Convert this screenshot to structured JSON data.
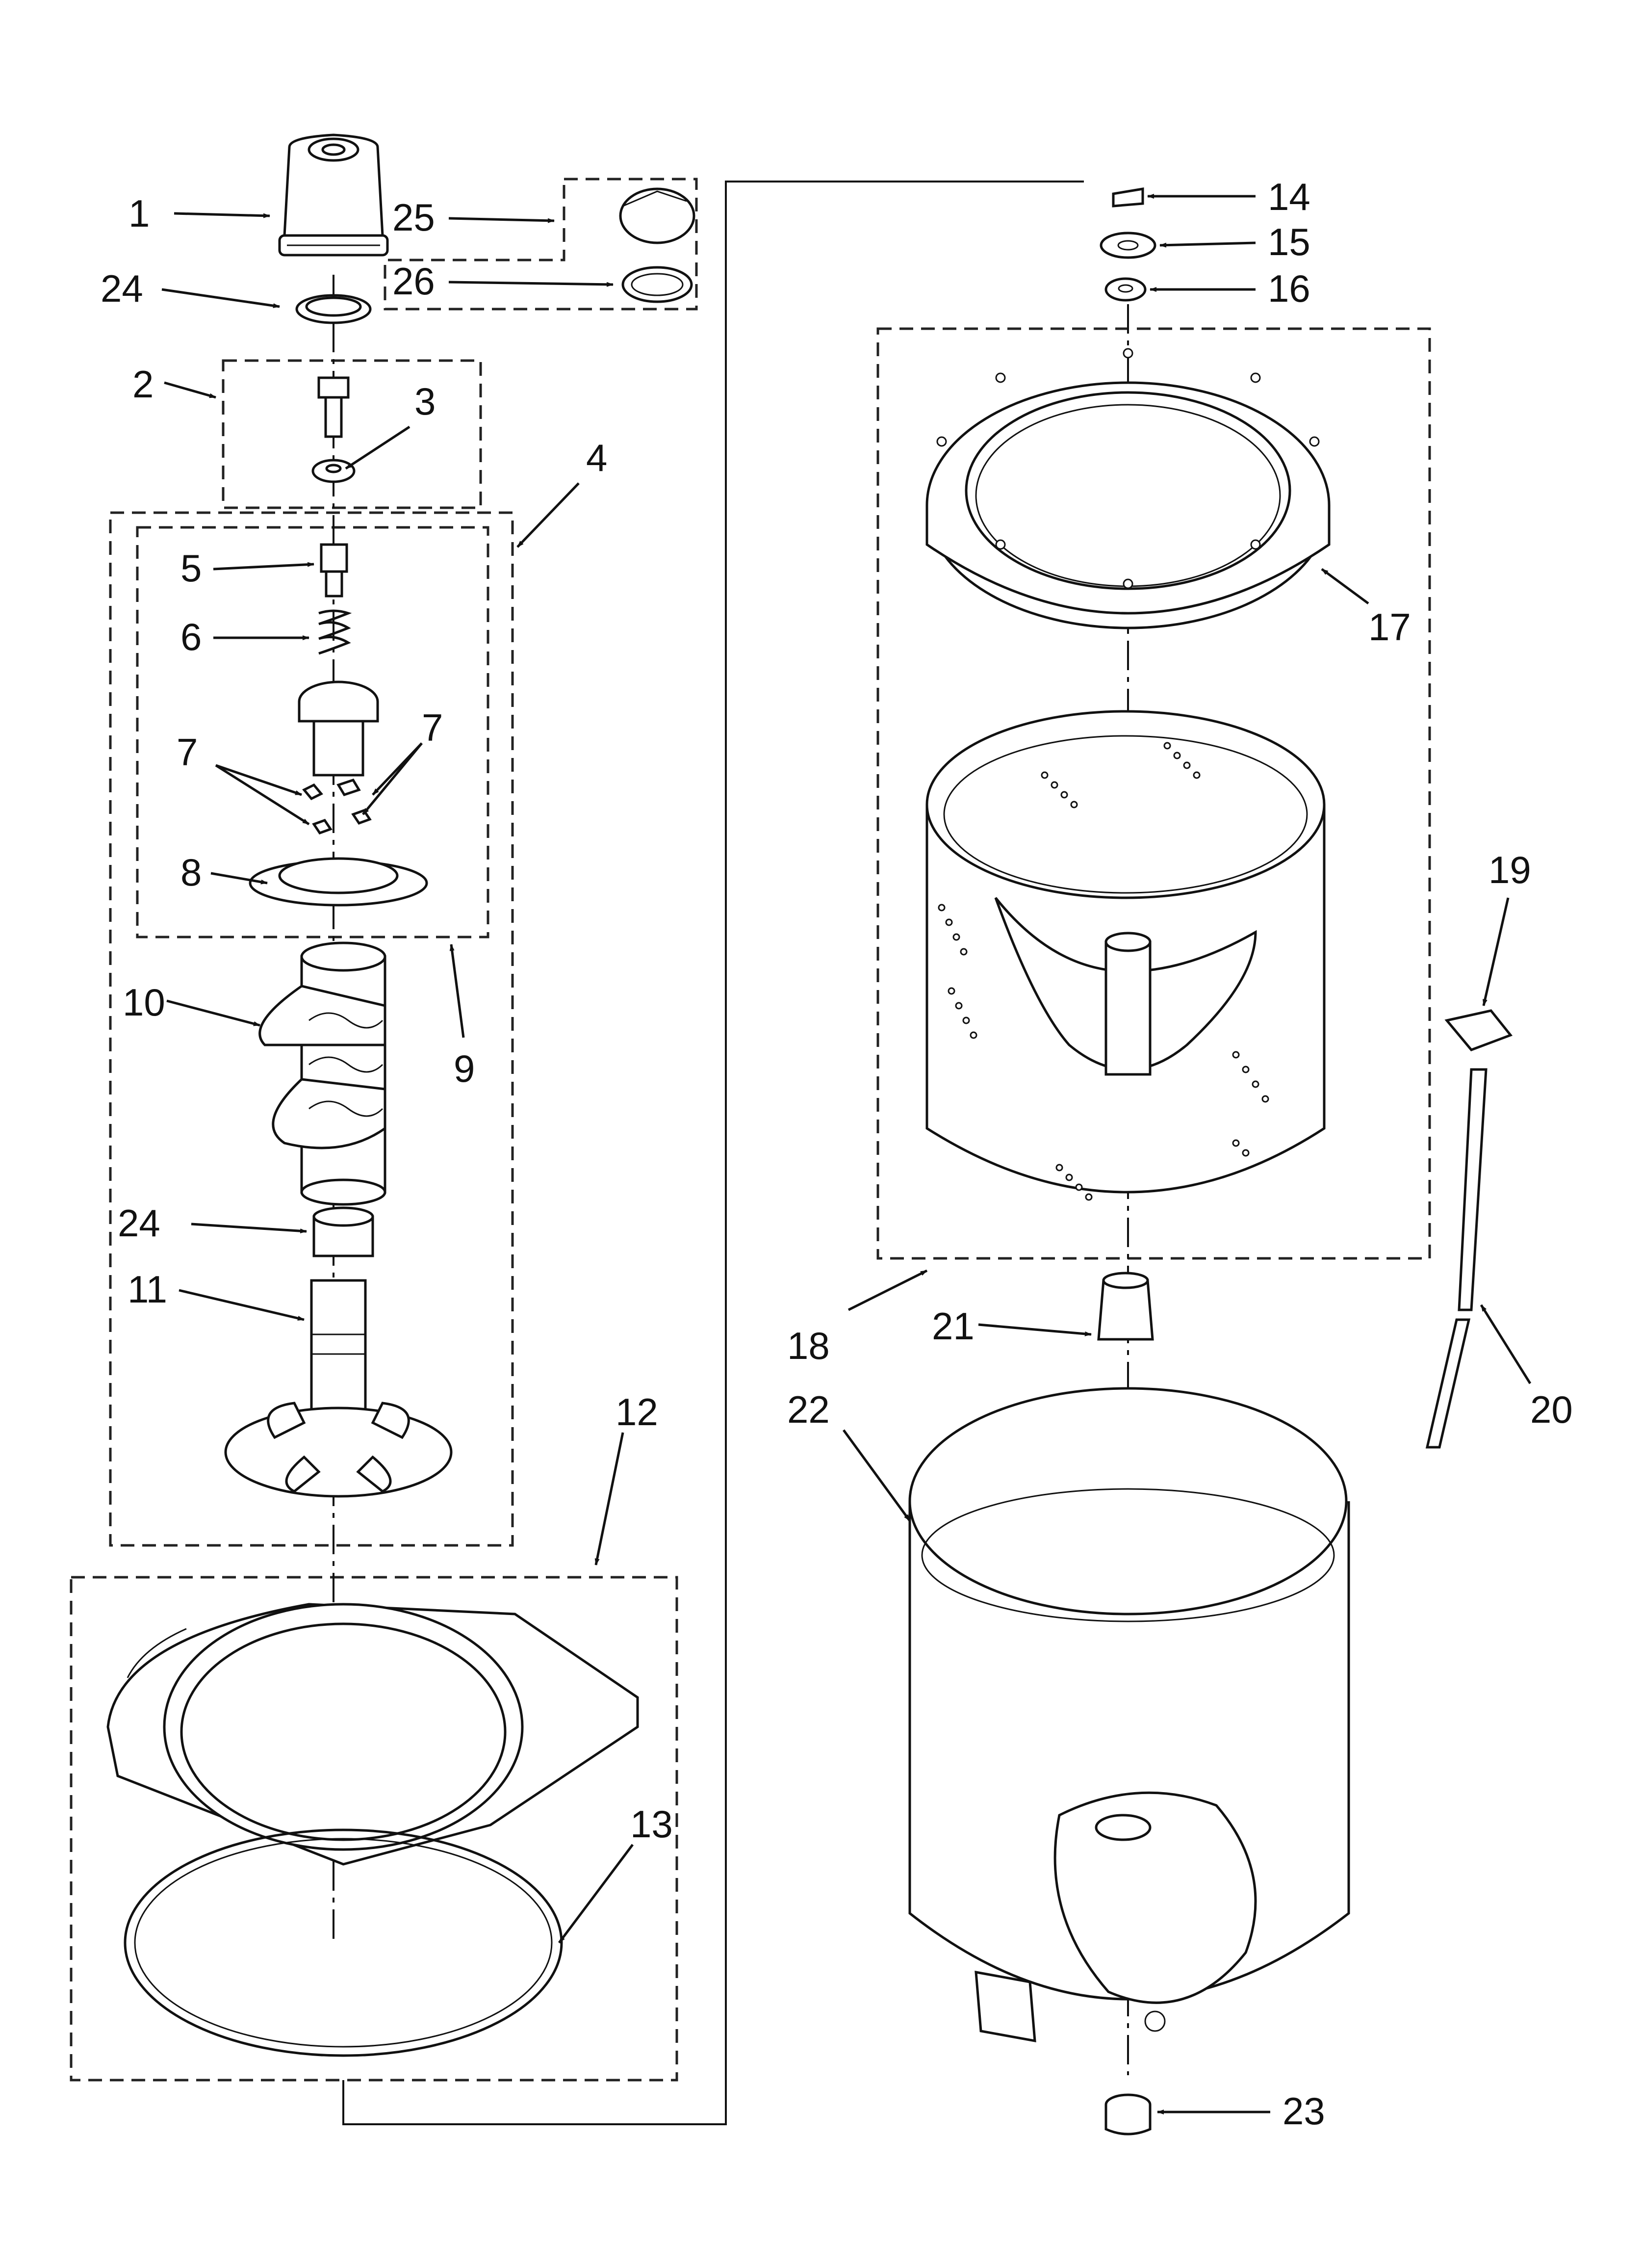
{
  "callouts": {
    "c1": "1",
    "c2": "2",
    "c3": "3",
    "c4": "4",
    "c5": "5",
    "c6": "6",
    "c7a": "7",
    "c7b": "7",
    "c8": "8",
    "c9": "9",
    "c10": "10",
    "c11": "11",
    "c12": "12",
    "c13": "13",
    "c14": "14",
    "c15": "15",
    "c16": "16",
    "c17": "17",
    "c18": "18",
    "c19": "19",
    "c20": "20",
    "c21": "21",
    "c22": "22",
    "c23": "23",
    "c24a": "24",
    "c24b": "24",
    "c25": "25",
    "c26": "26"
  },
  "colors": {
    "ink": "#111111",
    "paper": "#ffffff"
  }
}
